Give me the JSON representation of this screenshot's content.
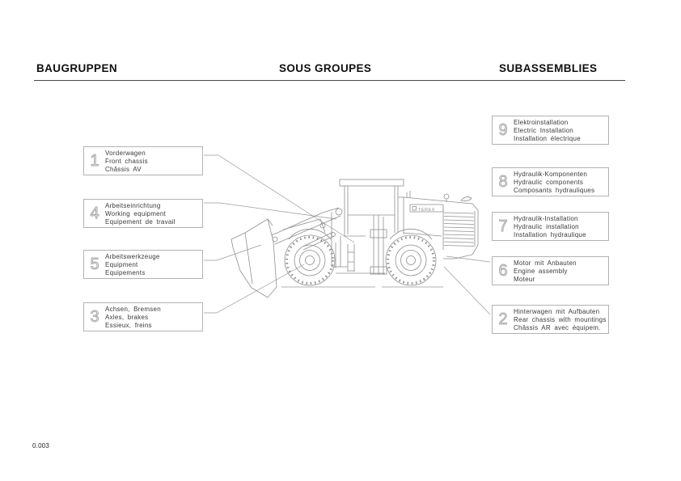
{
  "document": {
    "reference": "0.003"
  },
  "header": {
    "titles": [
      "BAUGRUPPEN",
      "SOUS GROUPES",
      "SUBASSEMBLIES"
    ]
  },
  "labels": {
    "left": [
      {
        "num": "1",
        "lines": [
          "Vorderwagen",
          "Front chassis",
          "Châssis AV"
        ]
      },
      {
        "num": "4",
        "lines": [
          "Arbeitseinrichtung",
          "Working equipment",
          "Equipement de travail"
        ]
      },
      {
        "num": "5",
        "lines": [
          "Arbeitswerkzeuge",
          "Equipment",
          "Equipements"
        ]
      },
      {
        "num": "3",
        "lines": [
          "Achsen, Bremsen",
          "Axles, brakes",
          "Essieux, freins"
        ]
      }
    ],
    "right": [
      {
        "num": "9",
        "lines": [
          "Elektroinstallation",
          "Electric Installation",
          "Installation électrique"
        ]
      },
      {
        "num": "8",
        "lines": [
          "Hydraulik-Komponenten",
          "Hydraulic components",
          "Composants hydrauliques"
        ]
      },
      {
        "num": "7",
        "lines": [
          "Hydraulik-Installation",
          "Hydraulic installation",
          "Installation hydraulique"
        ]
      },
      {
        "num": "6",
        "lines": [
          "Motor mit Anbauten",
          "Engine assembly",
          "Moteur"
        ]
      },
      {
        "num": "2",
        "lines": [
          "Hinterwagen mit Aufbauten",
          "Rear chassis with mountings",
          "Châssis AR avec équipem."
        ]
      }
    ]
  },
  "machine": {
    "brand": "TEREX"
  }
}
